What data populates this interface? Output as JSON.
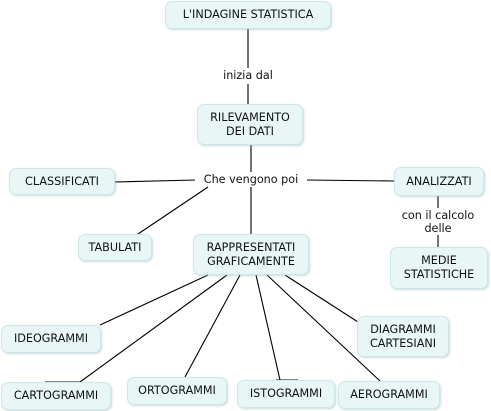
{
  "concepts": {
    "indagine": "L'INDAGINE STATISTICA",
    "rilevamento": "RILEVAMENTO\nDEI DATI",
    "classificati": "CLASSIFICATI",
    "analizzati": "ANALIZZATI",
    "tabulati": "TABULATI",
    "rappresentati": "RAPPRESENTATI\nGRAFICAMENTE",
    "medie": "MEDIE\nSTATISTICHE",
    "ideogrammi": "IDEOGRAMMI",
    "diagrammi_cartesiani": "DIAGRAMMI\nCARTESIANI",
    "cartogrammi": "CARTOGRAMMI",
    "ortogrammi": "ORTOGRAMMI",
    "istogrammi": "ISTOGRAMMI",
    "aerogrammi": "AEROGRAMMI"
  },
  "linking_phrases": {
    "inizia_dal": "inizia dal",
    "che_vengono_poi": "Che vengono poi",
    "con_il_calcolo_delle": "con il calcolo\ndelle"
  }
}
